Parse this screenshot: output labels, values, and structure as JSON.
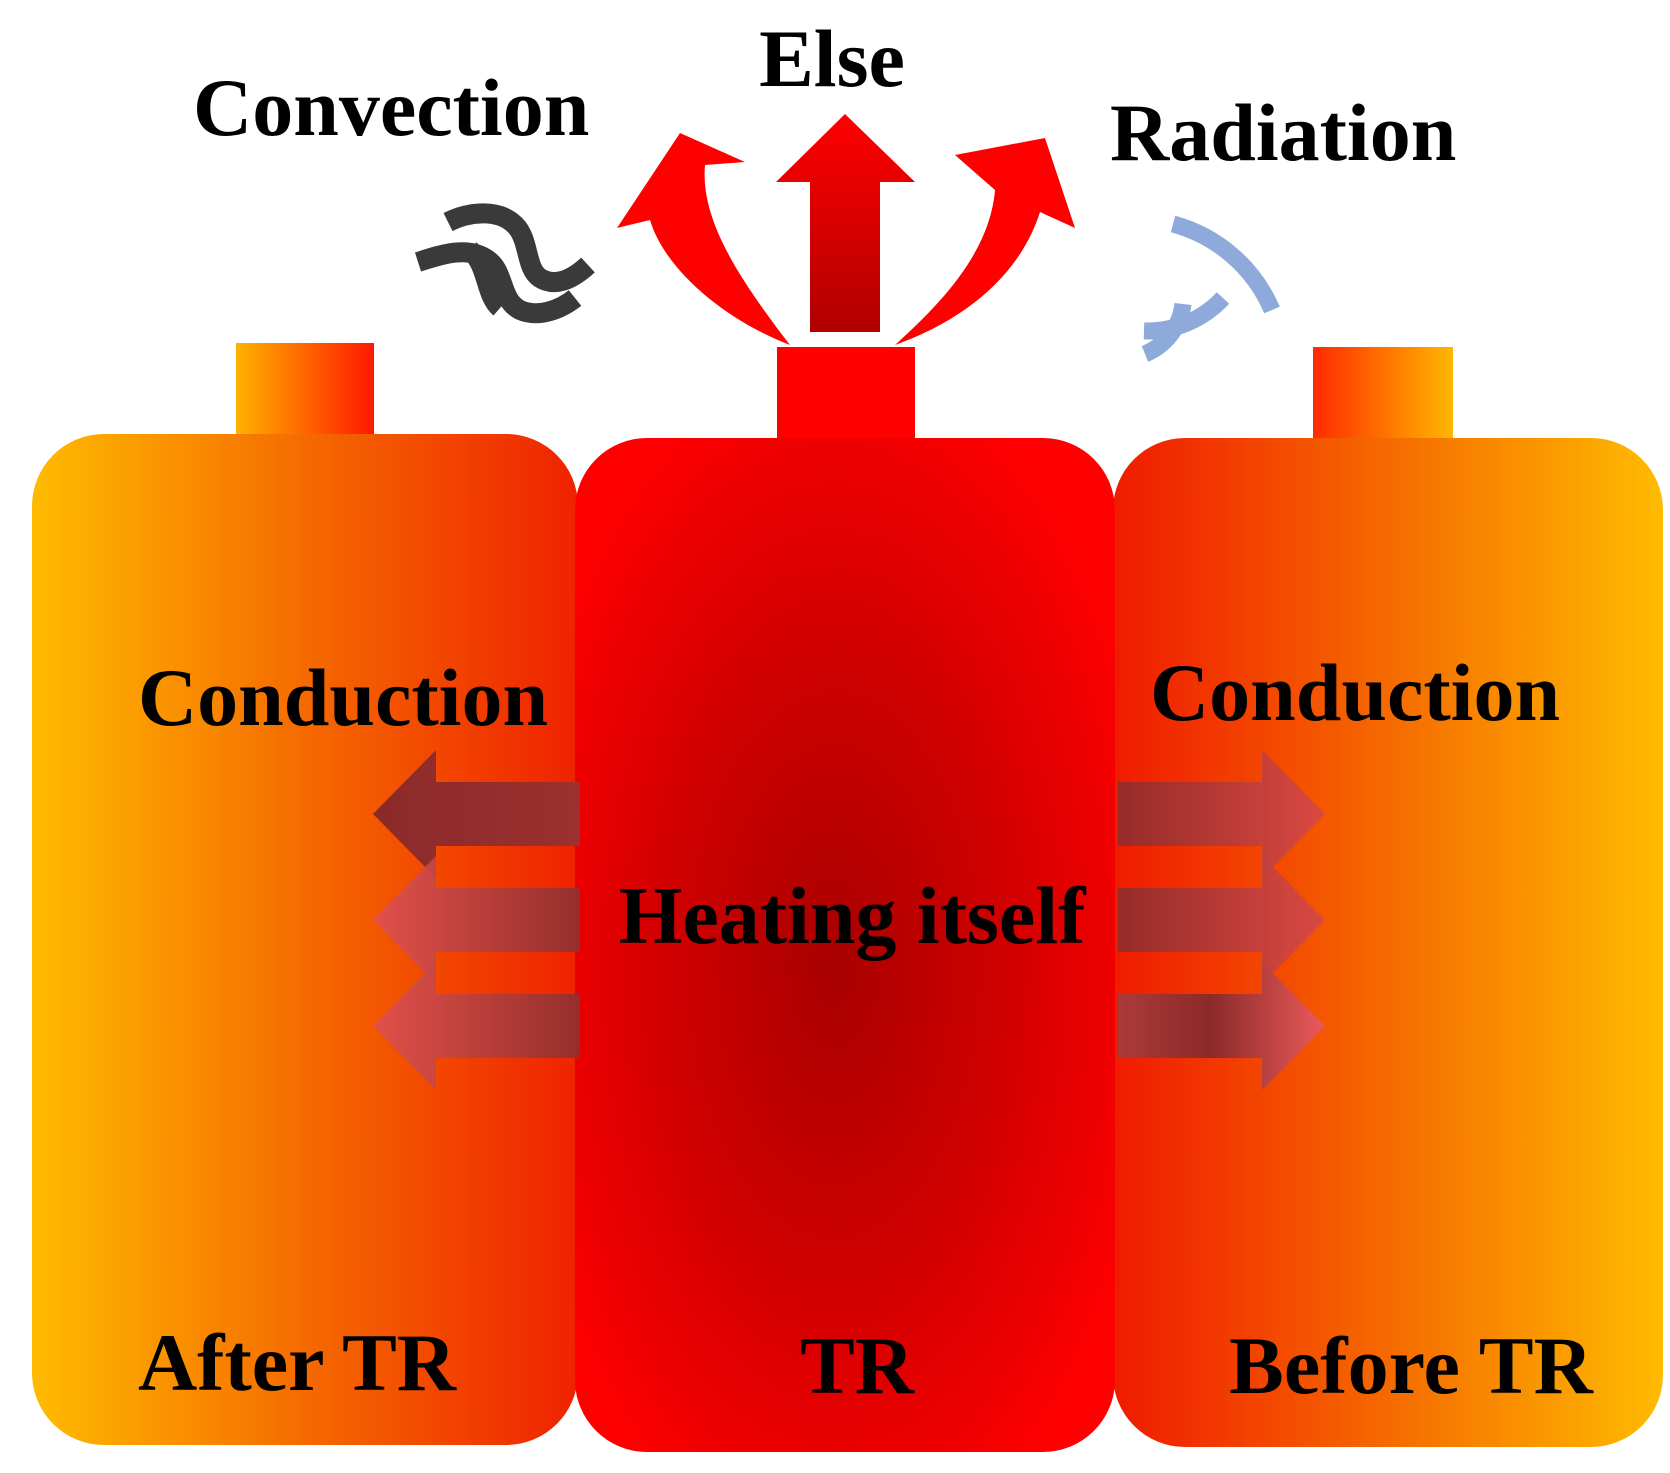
{
  "labels": {
    "convection": "Convection",
    "else": "Else",
    "radiation": "Radiation",
    "conduction_left": "Conduction",
    "conduction_right": "Conduction",
    "heating_itself": "Heating itself",
    "after_tr": "After TR",
    "tr": "TR",
    "before_tr": "Before TR"
  },
  "colors": {
    "hot_red": "#ff0000",
    "core_dark_red": "#b80000",
    "orange": "#f06000",
    "amber": "#ffc000",
    "arrow_dark": "#8b2c2c",
    "arrow_light": "#e05050",
    "convection_wave": "#3a3a3a",
    "radiation_wave": "#8eaadb",
    "text": "#000000"
  },
  "icons": {
    "convection": "wavy-lines-icon",
    "radiation": "signal-arcs-icon",
    "heat-flow": "arrow-icon"
  }
}
